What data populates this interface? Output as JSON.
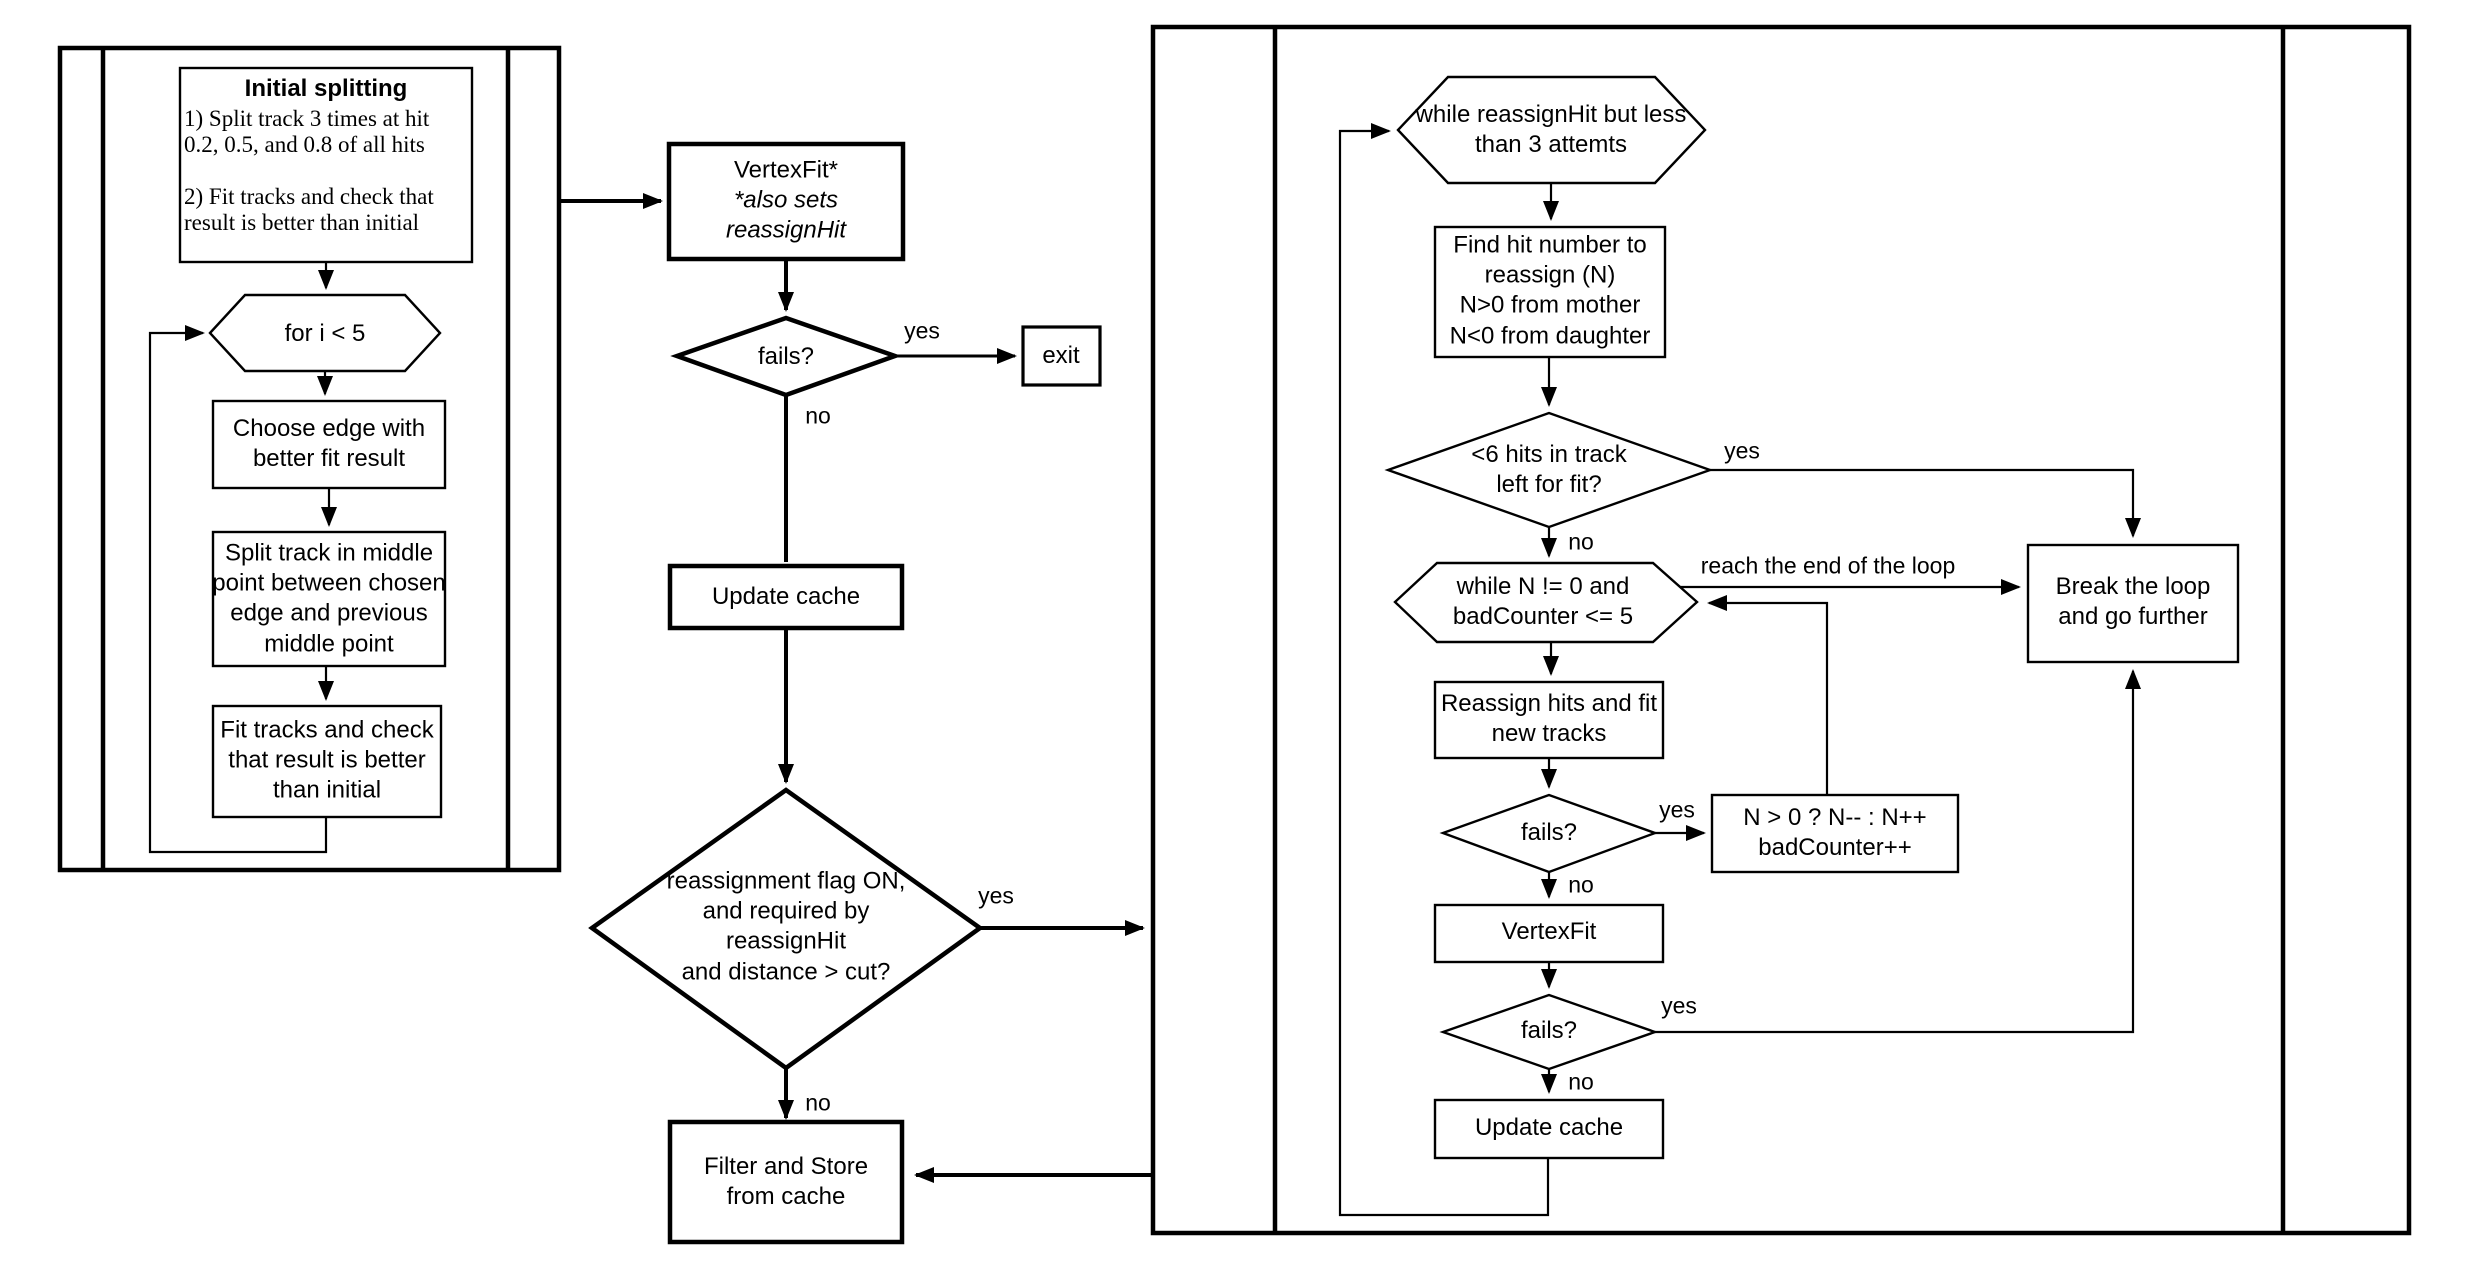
{
  "colors": {
    "line": "#000000",
    "background": "#ffffff",
    "text": "#000000"
  },
  "nodes": {
    "initial_splitting": {
      "title": "Initial splitting",
      "body": "1) Split track 3 times at hit\n0.2, 0.5, and 0.8 of all hits\n\n2) Fit tracks and check that\nresult is better than initial"
    },
    "for_loop": "for i < 5",
    "choose_edge": "Choose edge with\nbetter fit result",
    "split_track": "Split track in middle\npoint between chosen\nedge and previous\nmiddle point",
    "fit_tracks": "Fit tracks and check\nthat result is better\nthan initial",
    "vertex_fit": {
      "title": "VertexFit*",
      "note": "*also sets\nreassignHit"
    },
    "fails_1": "fails?",
    "exit": "exit",
    "update_cache_1": "Update cache",
    "reassignment_check": "reassignment flag ON,\nand required by\nreassignHit\nand distance > cut?",
    "filter_store": "Filter and Store\nfrom cache",
    "while_attempts": "while reassignHit but less\nthan 3 attemts",
    "find_hit": "Find hit number to\nreassign (N)\nN>0 from mother\nN<0 from daughter",
    "six_hits": "<6 hits in track\nleft for fit?",
    "while_n": "while N != 0 and\nbadCounter <= 5",
    "reassign_hits": "Reassign hits and fit\nnew tracks",
    "fails_2": "fails?",
    "n_counter": "N > 0 ? N-- : N++\nbadCounter++",
    "vertex_fit_2": "VertexFit",
    "fails_3": "fails?",
    "update_cache_2": "Update cache",
    "break_loop": "Break the loop\nand go further"
  },
  "edge_labels": {
    "yes": "yes",
    "no": "no",
    "reach_end": "reach the end of the loop"
  }
}
